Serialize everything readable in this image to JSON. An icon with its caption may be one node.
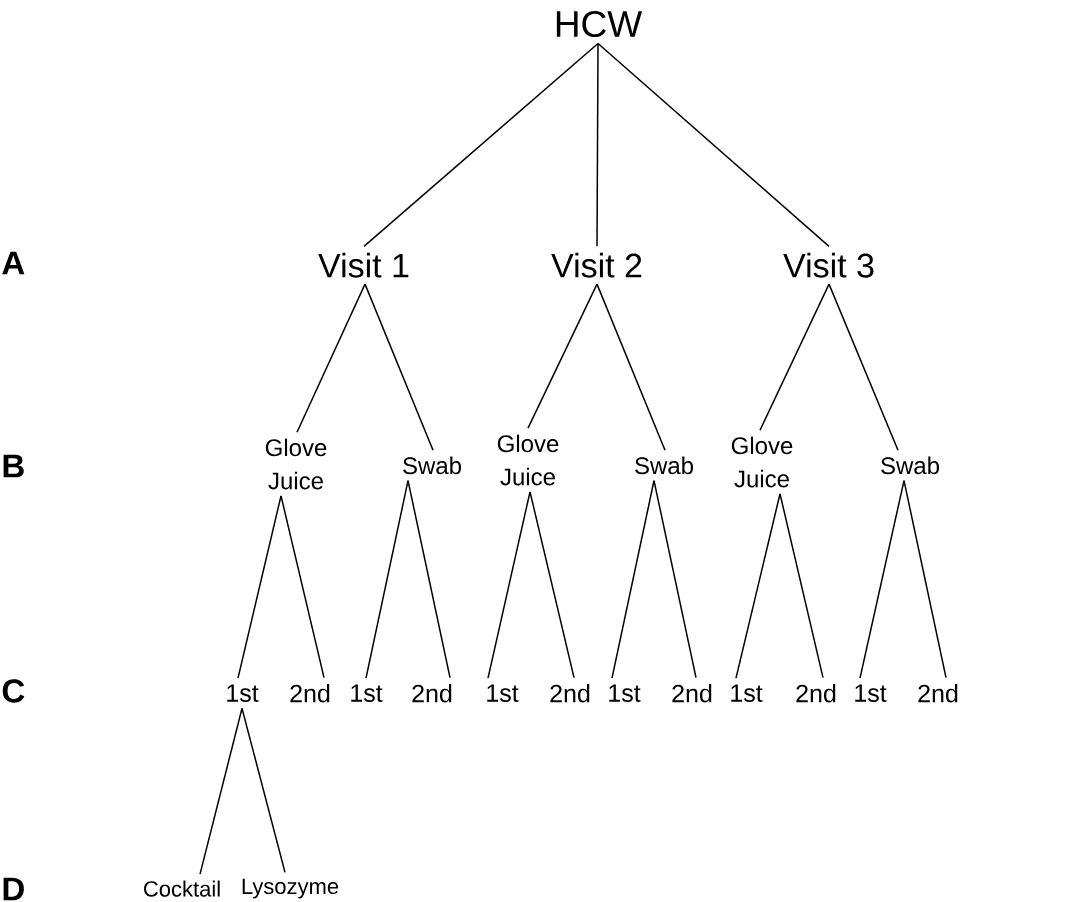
{
  "diagram": {
    "nodes": [
      {
        "text": [
          "HCW"
        ]
      },
      {
        "text": [
          "Visit 1"
        ]
      },
      {
        "text": [
          "Visit 2"
        ]
      },
      {
        "text": [
          "Visit 3"
        ]
      },
      {
        "text": [
          "Glove Juice"
        ]
      },
      {
        "text": [
          "Swab"
        ]
      },
      {
        "text": [
          "Glove Juice"
        ]
      },
      {
        "text": [
          "Swab"
        ]
      },
      {
        "text": [
          "Glove Juice"
        ]
      },
      {
        "text": [
          "Swab"
        ]
      },
      {
        "text": [
          "1st"
        ]
      },
      {
        "text": [
          "2nd"
        ]
      },
      {
        "text": [
          "1st"
        ]
      },
      {
        "text": [
          "2nd"
        ]
      },
      {
        "text": [
          "1st"
        ]
      },
      {
        "text": [
          "2nd"
        ]
      },
      {
        "text": [
          "1st"
        ]
      },
      {
        "text": [
          "2nd"
        ]
      },
      {
        "text": [
          "1st"
        ]
      },
      {
        "text": [
          "2nd"
        ]
      },
      {
        "text": [
          "1st"
        ]
      },
      {
        "text": [
          "2nd"
        ]
      },
      {
        "text": [
          "Cocktail"
        ]
      },
      {
        "text": [
          "Lysozyme"
        ]
      }
    ],
    "edges": [
      {
        "from": 0,
        "to": 1,
        "arrow": "none"
      },
      {
        "from": 0,
        "to": 2,
        "arrow": "none"
      },
      {
        "from": 0,
        "to": 3,
        "arrow": "none"
      },
      {
        "from": 1,
        "to": 4,
        "arrow": "none"
      },
      {
        "from": 1,
        "to": 5,
        "arrow": "none"
      },
      {
        "from": 2,
        "to": 6,
        "arrow": "none"
      },
      {
        "from": 2,
        "to": 7,
        "arrow": "none"
      },
      {
        "from": 3,
        "to": 8,
        "arrow": "none"
      },
      {
        "from": 3,
        "to": 9,
        "arrow": "none"
      },
      {
        "from": 4,
        "to": 10,
        "arrow": "none"
      },
      {
        "from": 4,
        "to": 11,
        "arrow": "none"
      },
      {
        "from": 5,
        "to": 12,
        "arrow": "none"
      },
      {
        "from": 5,
        "to": 13,
        "arrow": "none"
      },
      {
        "from": 6,
        "to": 14,
        "arrow": "none"
      },
      {
        "from": 6,
        "to": 15,
        "arrow": "none"
      },
      {
        "from": 7,
        "to": 16,
        "arrow": "none"
      },
      {
        "from": 7,
        "to": 17,
        "arrow": "none"
      },
      {
        "from": 8,
        "to": 18,
        "arrow": "none"
      },
      {
        "from": 8,
        "to": 19,
        "arrow": "none"
      },
      {
        "from": 9,
        "to": 20,
        "arrow": "none"
      },
      {
        "from": 9,
        "to": 21,
        "arrow": "none"
      },
      {
        "from": 10,
        "to": 22,
        "arrow": "none"
      },
      {
        "from": 10,
        "to": 23,
        "arrow": "none"
      }
    ],
    "labels": [
      "A",
      "B",
      "C",
      "D"
    ]
  }
}
